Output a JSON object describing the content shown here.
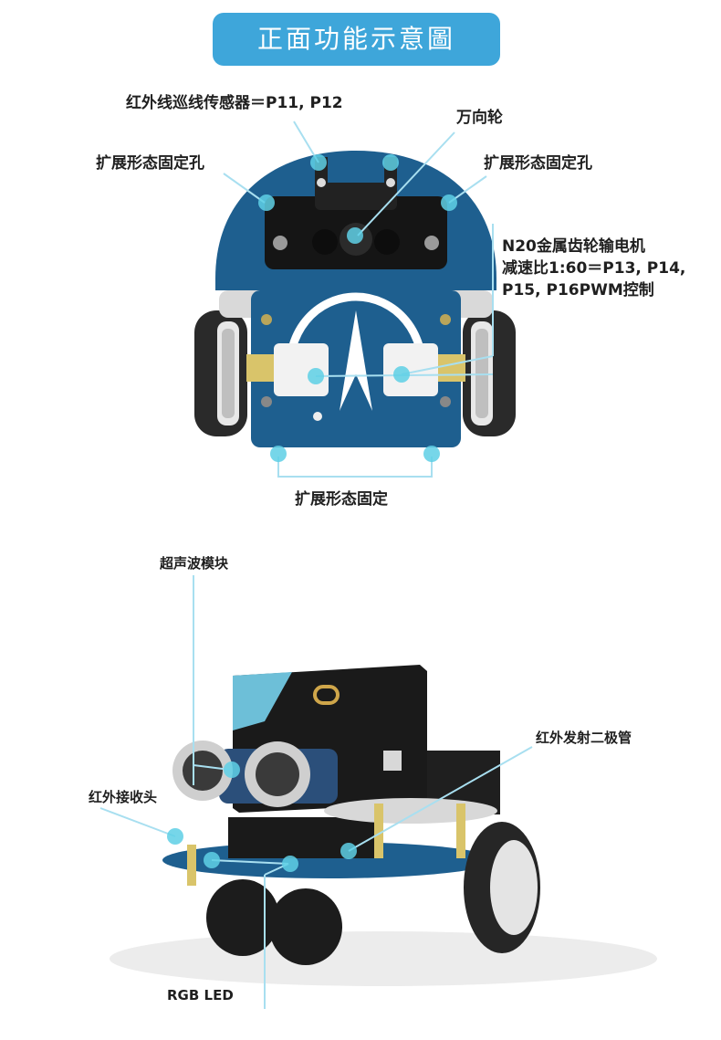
{
  "header": {
    "title": "正面功能示意圖"
  },
  "front_view": {
    "labels": {
      "ir_line_sensor": "红外线巡线传感器＝P11, P12",
      "universal_wheel": "万向轮",
      "ext_hole_left": "扩展形态固定孔",
      "ext_hole_right": "扩展形态固定孔",
      "motor_line1": "N20金属齿轮输电机",
      "motor_line2": "减速比1:60＝P13, P14,",
      "motor_line3": "P15, P16PWM控制",
      "ext_mount": "扩展形态固定"
    }
  },
  "side_view": {
    "labels": {
      "ultrasonic": "超声波模块",
      "ir_emitter": "红外发射二极管",
      "ir_receiver": "红外接收头",
      "rgb_led": "RGB LED"
    }
  },
  "colors": {
    "badge": "#3ea6da",
    "pcb": "#1e5f8f",
    "callout_line": "#a8dff0",
    "marker": "#5fd0e6"
  }
}
